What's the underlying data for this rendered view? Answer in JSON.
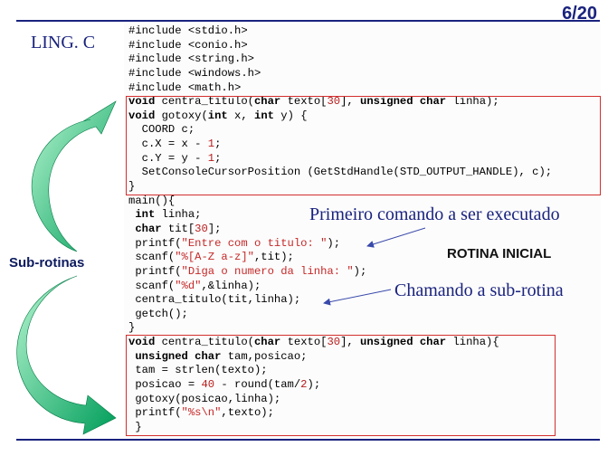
{
  "header": {
    "page_number": "6/20",
    "title": "LING. C"
  },
  "side_label": "Sub-rotinas",
  "right_label": "ROTINA INICIAL",
  "annotations": {
    "first_command": "Primeiro comando a ser executado",
    "calling": "Chamando a sub-rotina"
  },
  "code_lines": [
    [
      {
        "t": "#include <stdio.h>"
      }
    ],
    [
      {
        "t": "#include <conio.h>"
      }
    ],
    [
      {
        "t": "#include <string.h>"
      }
    ],
    [
      {
        "t": "#include <windows.h>"
      }
    ],
    [
      {
        "t": "#include <math.h>"
      }
    ],
    [
      {
        "t": "void",
        "c": "kw"
      },
      {
        "t": " centra_titulo("
      },
      {
        "t": "char",
        "c": "kw"
      },
      {
        "t": " texto["
      },
      {
        "t": "30",
        "c": "num"
      },
      {
        "t": "], "
      },
      {
        "t": "unsigned char",
        "c": "kw"
      },
      {
        "t": " linha);"
      }
    ],
    [
      {
        "t": "void",
        "c": "kw"
      },
      {
        "t": " gotoxy("
      },
      {
        "t": "int",
        "c": "kw"
      },
      {
        "t": " x, "
      },
      {
        "t": "int",
        "c": "kw"
      },
      {
        "t": " y) {"
      }
    ],
    [
      {
        "t": "  COORD c;"
      }
    ],
    [
      {
        "t": "  c.X = x - "
      },
      {
        "t": "1",
        "c": "num"
      },
      {
        "t": ";"
      }
    ],
    [
      {
        "t": "  c.Y = y - "
      },
      {
        "t": "1",
        "c": "num"
      },
      {
        "t": ";"
      }
    ],
    [
      {
        "t": "  SetConsoleCursorPosition (GetStdHandle(STD_OUTPUT_HANDLE), c);"
      }
    ],
    [
      {
        "t": "}"
      }
    ],
    [
      {
        "t": "main(){"
      }
    ],
    [
      {
        "t": " "
      },
      {
        "t": "int",
        "c": "kw"
      },
      {
        "t": " linha;"
      }
    ],
    [
      {
        "t": " "
      },
      {
        "t": "char",
        "c": "kw"
      },
      {
        "t": " tit["
      },
      {
        "t": "30",
        "c": "num"
      },
      {
        "t": "];"
      }
    ],
    [
      {
        "t": " printf("
      },
      {
        "t": "\"Entre com o titulo: \"",
        "c": "str"
      },
      {
        "t": ");"
      }
    ],
    [
      {
        "t": " scanf("
      },
      {
        "t": "\"%[A-Z a-z]\"",
        "c": "str"
      },
      {
        "t": ",tit);"
      }
    ],
    [
      {
        "t": " printf("
      },
      {
        "t": "\"Diga o numero da linha: \"",
        "c": "str"
      },
      {
        "t": ");"
      }
    ],
    [
      {
        "t": " scanf("
      },
      {
        "t": "\"%d\"",
        "c": "str"
      },
      {
        "t": ",&linha);"
      }
    ],
    [
      {
        "t": " centra_titulo(tit,linha);"
      }
    ],
    [
      {
        "t": " getch();"
      }
    ],
    [
      {
        "t": "}"
      }
    ],
    [
      {
        "t": "void",
        "c": "kw"
      },
      {
        "t": " centra_titulo("
      },
      {
        "t": "char",
        "c": "kw"
      },
      {
        "t": " texto["
      },
      {
        "t": "30",
        "c": "num"
      },
      {
        "t": "], "
      },
      {
        "t": "unsigned char",
        "c": "kw"
      },
      {
        "t": " linha){"
      }
    ],
    [
      {
        "t": " "
      },
      {
        "t": "unsigned char",
        "c": "kw"
      },
      {
        "t": " tam,posicao;"
      }
    ],
    [
      {
        "t": " tam = strlen(texto);"
      }
    ],
    [
      {
        "t": " posicao = "
      },
      {
        "t": "40",
        "c": "num"
      },
      {
        "t": " - round(tam/"
      },
      {
        "t": "2",
        "c": "num"
      },
      {
        "t": ");"
      }
    ],
    [
      {
        "t": " gotoxy(posicao,linha);"
      }
    ],
    [
      {
        "t": " printf("
      },
      {
        "t": "\"%s\\n\"",
        "c": "str"
      },
      {
        "t": ",texto);"
      }
    ],
    [
      {
        "t": " }"
      }
    ]
  ],
  "colors": {
    "accent": "#1a237e",
    "box": "#d32f2f",
    "arrow": "#00a86b"
  }
}
